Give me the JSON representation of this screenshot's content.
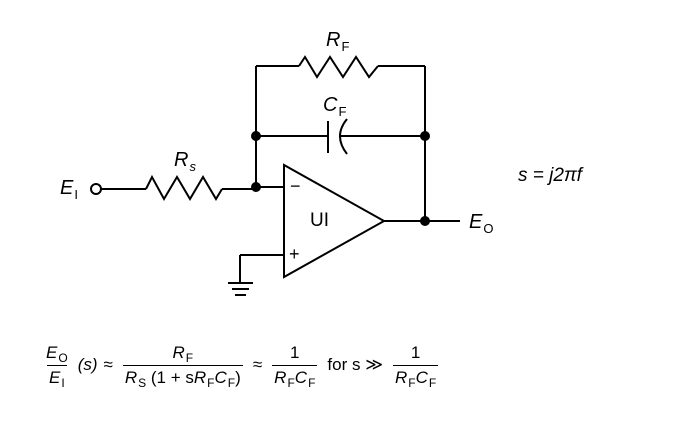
{
  "diagram": {
    "title": "Inverting op-amp integrator with feedback resistor",
    "components": {
      "input_terminal": {
        "symbol": "E",
        "subscript": "I"
      },
      "output_terminal": {
        "symbol": "E",
        "subscript": "O"
      },
      "input_resistor": {
        "symbol": "R",
        "subscript": "s"
      },
      "feedback_resistor": {
        "symbol": "R",
        "subscript": "F"
      },
      "feedback_capacitor": {
        "symbol": "C",
        "subscript": "F"
      },
      "opamp": {
        "label": "UI",
        "inverting_sign": "−",
        "noninverting_sign": "+"
      }
    },
    "side_equation": "s = j2πf",
    "transfer_function": {
      "lhs_num": {
        "symbol": "E",
        "subscript": "O"
      },
      "lhs_den": {
        "symbol": "E",
        "subscript": "I"
      },
      "lhs_arg": "(s)",
      "approx1": "≈",
      "frac1_num": {
        "symbol": "R",
        "subscript": "F"
      },
      "frac1_den_a": {
        "symbol": "R",
        "subscript": "S"
      },
      "frac1_den_b": "(1 + s",
      "frac1_den_c": {
        "symbol": "R",
        "subscript": "F"
      },
      "frac1_den_d": {
        "symbol": "C",
        "subscript": "F"
      },
      "frac1_den_e": ")",
      "approx2": "≈",
      "frac2_num": "1",
      "frac2_den_a": {
        "symbol": "R",
        "subscript": "F"
      },
      "frac2_den_b": {
        "symbol": "C",
        "subscript": "F"
      },
      "condition": "for s ≫",
      "frac3_num": "1",
      "frac3_den_a": {
        "symbol": "R",
        "subscript": "F"
      },
      "frac3_den_b": {
        "symbol": "C",
        "subscript": "F"
      }
    }
  }
}
